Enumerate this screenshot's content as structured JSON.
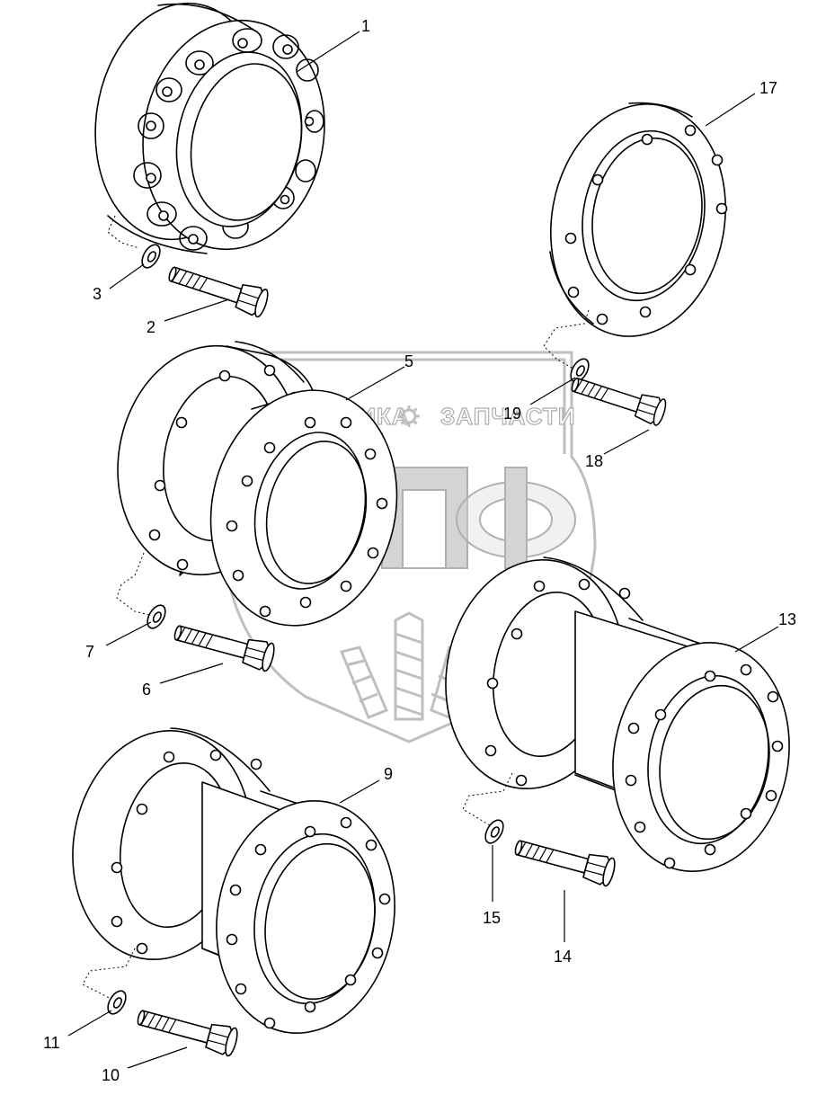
{
  "watermark": {
    "text_left": "ТЕХНИКА",
    "text_right": "ЗАПЧАСТИ",
    "logo_letters": "ЭПФ",
    "icon": "gear-icon"
  },
  "callouts": [
    {
      "id": "1",
      "label": "1"
    },
    {
      "id": "2",
      "label": "2"
    },
    {
      "id": "3",
      "label": "3"
    },
    {
      "id": "5",
      "label": "5"
    },
    {
      "id": "6",
      "label": "6"
    },
    {
      "id": "7",
      "label": "7"
    },
    {
      "id": "9",
      "label": "9"
    },
    {
      "id": "10",
      "label": "10"
    },
    {
      "id": "11",
      "label": "11"
    },
    {
      "id": "13",
      "label": "13"
    },
    {
      "id": "14",
      "label": "14"
    },
    {
      "id": "15",
      "label": "15"
    },
    {
      "id": "17",
      "label": "17"
    },
    {
      "id": "18",
      "label": "18"
    },
    {
      "id": "19",
      "label": "19"
    }
  ]
}
